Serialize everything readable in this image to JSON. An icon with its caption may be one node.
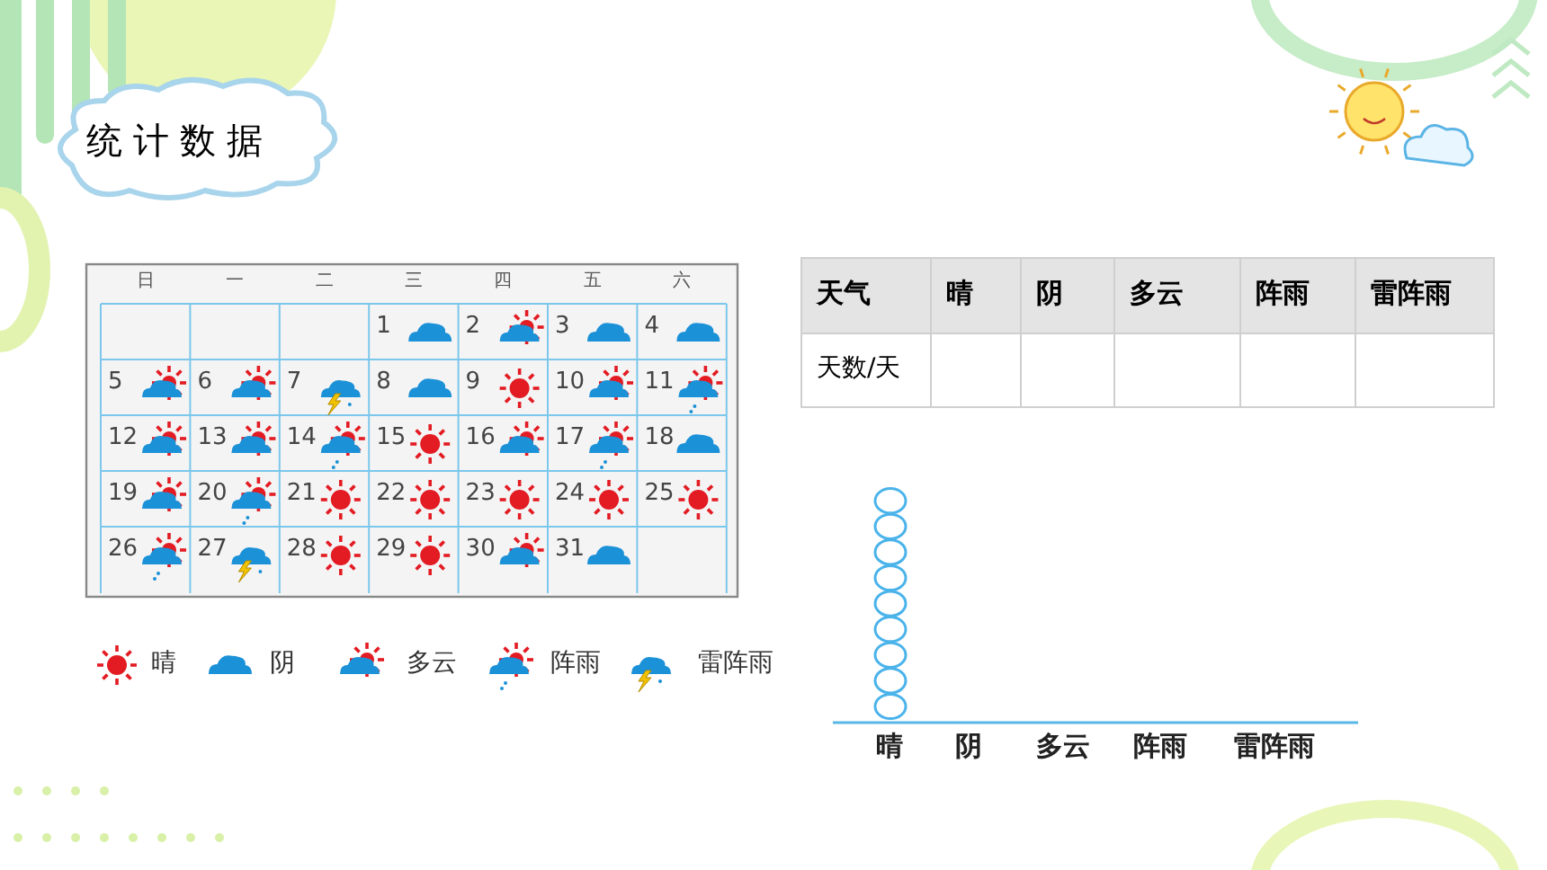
{
  "diagram": {
    "title": "统计数据",
    "labels": [
      "日",
      "一",
      "二",
      "三",
      "四",
      "五",
      "六",
      "1",
      "2",
      "3",
      "4",
      "5",
      "6",
      "7",
      "8",
      "9",
      "10",
      "11",
      "12",
      "13",
      "14",
      "15",
      "16",
      "17",
      "18",
      "19",
      "20",
      "21",
      "22",
      "23",
      "24",
      "25",
      "26",
      "27",
      "28",
      "29",
      "30",
      "31",
      "天气",
      "晴",
      "阴",
      "多云",
      "阵雨",
      "雷阵雨",
      "天数/天",
      "晴",
      "阴",
      "多云",
      "阵雨",
      "雷阵雨"
    ],
    "legend": [
      {
        "text": "晴"
      },
      {
        "text": "阴"
      },
      {
        "text": "多云"
      },
      {
        "text": "阵雨"
      },
      {
        "text": "雷阵雨"
      }
    ]
  }
}
